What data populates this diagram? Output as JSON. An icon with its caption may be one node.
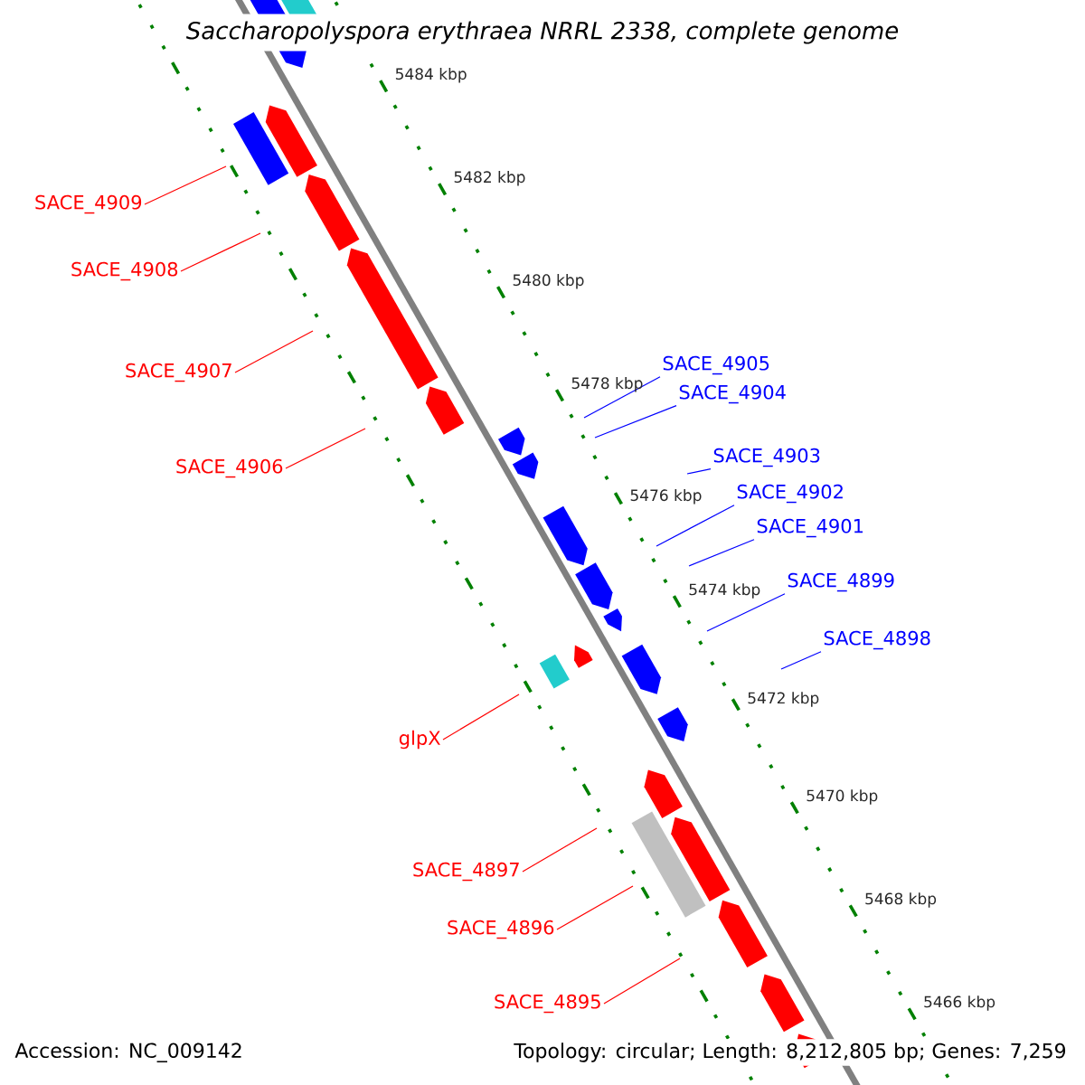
{
  "diagram": {
    "title": "Saccharopolyspora erythraea NRRL 2338, complete genome",
    "nodes": [
      {
        "text": [
          "SACE_4909"
        ]
      },
      {
        "text": [
          "SACE_4908"
        ]
      },
      {
        "text": [
          "SACE_4905"
        ]
      },
      {
        "text": [
          "SACE_4907"
        ]
      },
      {
        "text": [
          "SACE_4904"
        ]
      },
      {
        "text": [
          "SACE_4903"
        ]
      },
      {
        "text": [
          "SACE_4906"
        ]
      },
      {
        "text": [
          "SACE_4902"
        ]
      },
      {
        "text": [
          "SACE_4901"
        ]
      },
      {
        "text": [
          "SACE_4899"
        ]
      },
      {
        "text": [
          "SACE_4898"
        ]
      },
      {
        "text": [
          "glpX"
        ]
      },
      {
        "text": [
          "SACE_4897"
        ]
      },
      {
        "text": [
          "SACE_4896"
        ]
      },
      {
        "text": [
          "SACE_4895"
        ]
      }
    ],
    "edges": [
      {
        "from": 0,
        "to": null,
        "arrow": "none",
        "color": "#ff0000"
      },
      {
        "from": 1,
        "to": null,
        "arrow": "none",
        "color": "#ff0000"
      },
      {
        "from": 2,
        "to": null,
        "arrow": "none",
        "color": "#0000ff"
      },
      {
        "from": 3,
        "to": null,
        "arrow": "none",
        "color": "#ff0000"
      },
      {
        "from": 4,
        "to": null,
        "arrow": "none",
        "color": "#0000ff"
      },
      {
        "from": 5,
        "to": null,
        "arrow": "none",
        "color": "#0000ff"
      },
      {
        "from": 6,
        "to": null,
        "arrow": "none",
        "color": "#ff0000"
      },
      {
        "from": 7,
        "to": null,
        "arrow": "none",
        "color": "#0000ff"
      },
      {
        "from": 8,
        "to": null,
        "arrow": "none",
        "color": "#0000ff"
      },
      {
        "from": 9,
        "to": null,
        "arrow": "none",
        "color": "#0000ff"
      },
      {
        "from": 10,
        "to": null,
        "arrow": "none",
        "color": "#0000ff"
      },
      {
        "from": 11,
        "to": null,
        "arrow": "none",
        "color": "#ff0000"
      },
      {
        "from": 12,
        "to": null,
        "arrow": "none",
        "color": "#ff0000"
      },
      {
        "from": 13,
        "to": null,
        "arrow": "none",
        "color": "#ff0000"
      },
      {
        "from": 14,
        "to": null,
        "arrow": "none",
        "color": "#ff0000"
      }
    ],
    "labels": [
      "5484 kbp",
      "5482 kbp",
      "5480 kbp",
      "5478 kbp",
      "5476 kbp",
      "5474 kbp",
      "5472 kbp",
      "5470 kbp",
      "5468 kbp",
      "5466 kbp",
      "Accession: NC_009142",
      "Topology: circular; Length: 8,212,805 bp; Genes: 7,259"
    ]
  }
}
